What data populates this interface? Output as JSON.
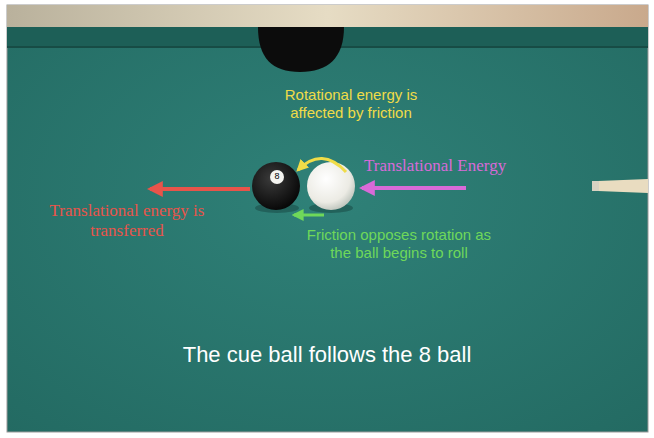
{
  "diagram": {
    "caption": "The cue ball follows the 8 ball",
    "labels": [
      "Rotational energy is affected by friction",
      "Translational Energy",
      "Translational energy is transferred",
      "Friction opposes rotation as the ball begins to roll",
      "8"
    ]
  }
}
